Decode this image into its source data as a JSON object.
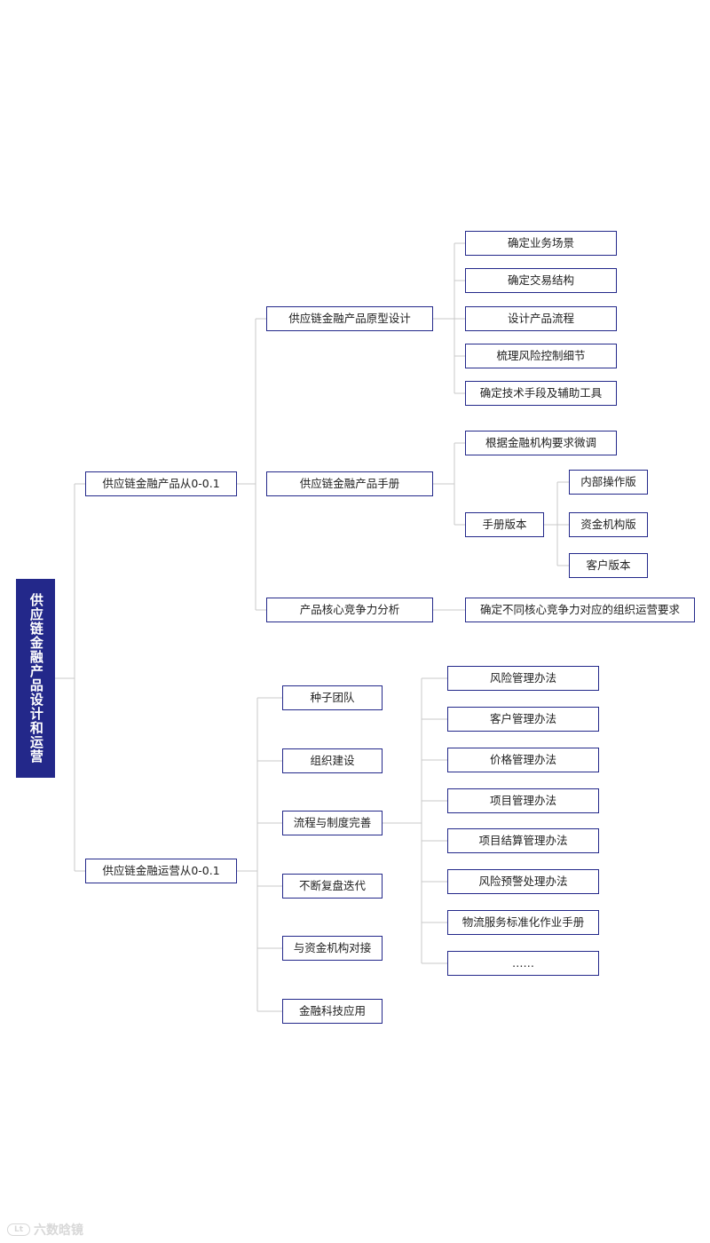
{
  "diagram": {
    "root": "供应链金融产品设计和运营",
    "branch_product": {
      "label": "供应链金融产品从0-0.1",
      "prototype": {
        "label": "供应链金融产品原型设计",
        "items": [
          "确定业务场景",
          "确定交易结构",
          "设计产品流程",
          "梳理风险控制细节",
          "确定技术手段及辅助工具"
        ]
      },
      "manual": {
        "label": "供应链金融产品手册",
        "adjust": "根据金融机构要求微调",
        "versions": {
          "label": "手册版本",
          "items": [
            "内部操作版",
            "资金机构版",
            "客户版本"
          ]
        }
      },
      "core": {
        "label": "产品核心竞争力分析",
        "item": "确定不同核心竞争力对应的组织运营要求"
      }
    },
    "branch_operation": {
      "label": "供应链金融运营从0-0.1",
      "items": [
        "种子团队",
        "组织建设",
        "流程与制度完善",
        "不断复盘迭代",
        "与资金机构对接",
        "金融科技应用"
      ],
      "process_items": [
        "风险管理办法",
        "客户管理办法",
        "价格管理办法",
        "项目管理办法",
        "项目结算管理办法",
        "风险预警处理办法",
        "物流服务标准化作业手册",
        "……"
      ]
    }
  },
  "watermark": {
    "logo": "Lt",
    "text": "六数晗镜"
  },
  "colors": {
    "node_border": "#23288a",
    "root_fill": "#23288a",
    "connector": "#c9c9c9"
  }
}
